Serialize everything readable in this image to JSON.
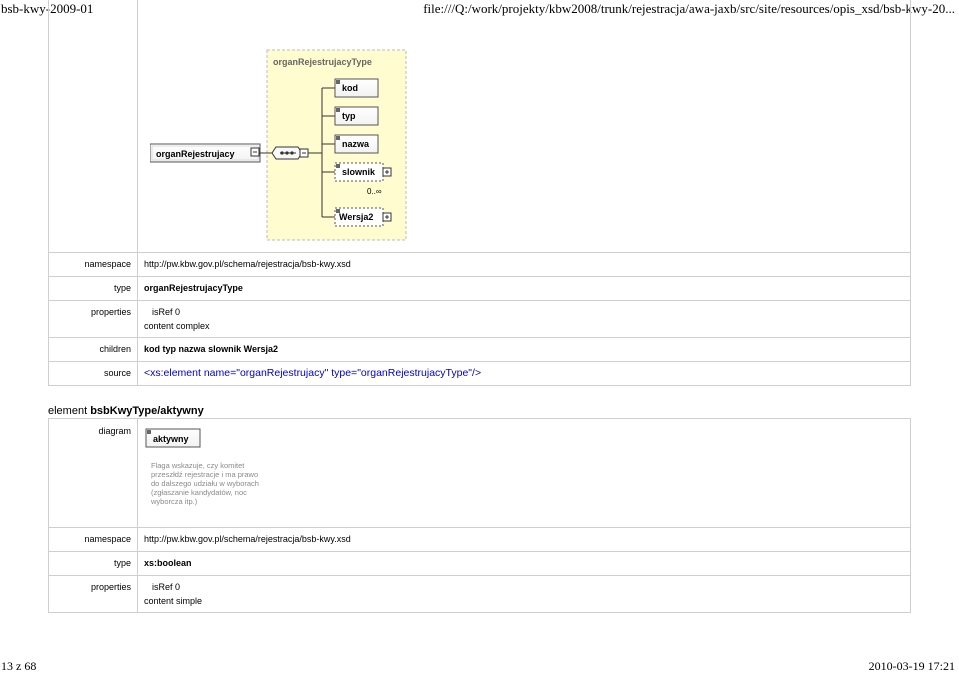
{
  "print_header": {
    "title": "bsb-kwy-2009-01",
    "url": "file:///Q:/work/projekty/kbw2008/trunk/rejestracja/awa-jaxb/src/site/resources/opis_xsd/bsb-kwy-20..."
  },
  "print_footer": {
    "page": "13 z 68",
    "datetime": "2010-03-19 17:21"
  },
  "element1": {
    "diagram": {
      "complex_type_label": "organRejestrujacyType",
      "root_element": "organRejestrujacy",
      "children": [
        "kod",
        "typ",
        "nazwa",
        "slownik",
        "Wersja2"
      ],
      "slownik_occurs": "0..∞"
    },
    "labels": {
      "namespace": "namespace",
      "type": "type",
      "properties": "properties",
      "children": "children",
      "source": "source"
    },
    "namespace": "http://pw.kbw.gov.pl/schema/rejestracja/bsb-kwy.xsd",
    "type": "organRejestrujacyType",
    "properties": [
      "isRef 0",
      "content complex"
    ],
    "children_links": [
      "kod",
      "typ",
      "nazwa",
      "slownik",
      "Wersja2"
    ],
    "source": "<xs:element name=\"organRejestrujacy\" type=\"organRejestrujacyType\"/>"
  },
  "element2": {
    "heading_prefix": "element",
    "heading_name": "bsbKwyType/aktywny",
    "labels": {
      "diagram": "diagram",
      "namespace": "namespace",
      "type": "type",
      "properties": "properties"
    },
    "diagram": {
      "element_name": "aktywny",
      "annotation": "Flaga wskazuje, czy komitet przeszłdź rejestracje i ma prawo do dalszego udziału w wyborach (zgłaszanie kandydatów, noc wyborcza itp.)"
    },
    "namespace": "http://pw.kbw.gov.pl/schema/rejestracja/bsb-kwy.xsd",
    "type": "xs:boolean",
    "properties": [
      "isRef 0",
      "content simple"
    ]
  }
}
